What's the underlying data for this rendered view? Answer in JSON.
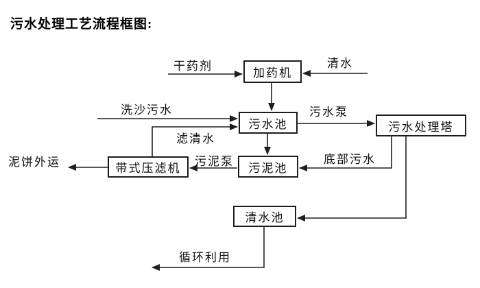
{
  "title": "污水处理工艺流程框图:",
  "nodes": {
    "dosing_machine": {
      "label": "加药机"
    },
    "sewage_pool": {
      "label": "污水池"
    },
    "sewage_treatment_tower": {
      "label": "污水处理塔"
    },
    "sludge_pool": {
      "label": "污泥池"
    },
    "belt_filter_press": {
      "label": "带式压滤机"
    },
    "clear_water_pool": {
      "label": "清水池"
    }
  },
  "edges": [
    {
      "source": "dry_chemical_input",
      "target": "dosing_machine",
      "label": "干药剂"
    },
    {
      "source": "clear_water_input",
      "target": "dosing_machine",
      "label": "清水"
    },
    {
      "source": "dosing_machine",
      "target": "sewage_pool",
      "label": ""
    },
    {
      "source": "sand_washing_sewage_input",
      "target": "sewage_pool",
      "label": "洗沙污水"
    },
    {
      "source": "belt_filter_press",
      "target": "sewage_pool",
      "label": "滤清水"
    },
    {
      "source": "sewage_pool",
      "target": "sewage_treatment_tower",
      "label": "污水泵"
    },
    {
      "source": "sewage_pool",
      "target": "sludge_pool",
      "label": ""
    },
    {
      "source": "sewage_treatment_tower",
      "target": "sludge_pool",
      "label": "底部污水"
    },
    {
      "source": "sludge_pool",
      "target": "belt_filter_press",
      "label": "污泥泵"
    },
    {
      "source": "belt_filter_press",
      "target": "outside",
      "label": "泥饼外运"
    },
    {
      "source": "sewage_treatment_tower",
      "target": "clear_water_pool",
      "label": ""
    },
    {
      "source": "clear_water_pool",
      "target": "outside",
      "label": "循环利用"
    }
  ],
  "colors": {
    "background": "#ffffff",
    "line": "#1f1f1f",
    "text": "#000000"
  }
}
